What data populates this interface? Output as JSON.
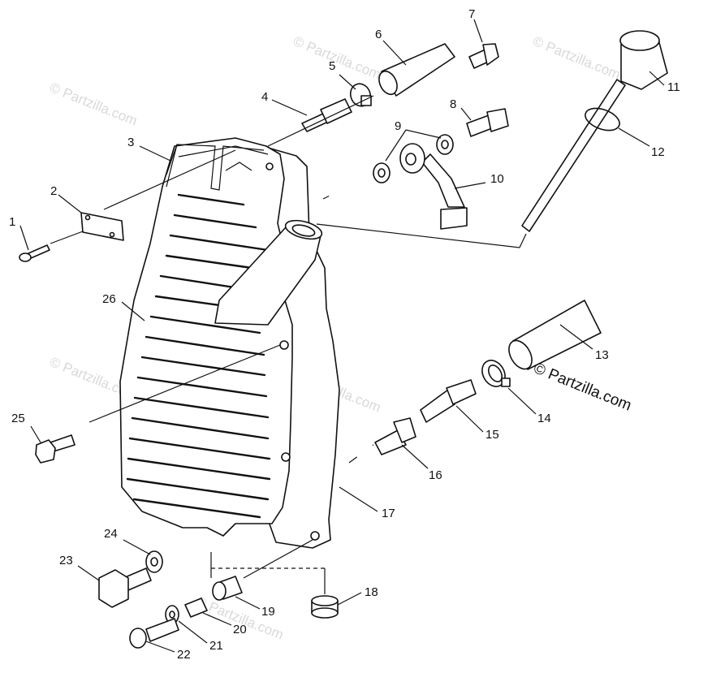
{
  "watermarks": [
    "© Partzilla.com",
    "© Partzilla.com",
    "© Partzilla.com",
    "© Partzilla.com",
    "© Partzilla.com",
    "© Partzilla.com"
  ],
  "copyright": "© Partzilla.com",
  "callouts": [
    "1",
    "2",
    "3",
    "4",
    "5",
    "6",
    "7",
    "8",
    "9",
    "10",
    "11",
    "12",
    "13",
    "14",
    "15",
    "16",
    "17",
    "18",
    "19",
    "20",
    "21",
    "22",
    "23",
    "24",
    "25",
    "26"
  ],
  "colors": {
    "line": "#111111",
    "watermark": "#d9d9d9",
    "background": "#ffffff"
  }
}
